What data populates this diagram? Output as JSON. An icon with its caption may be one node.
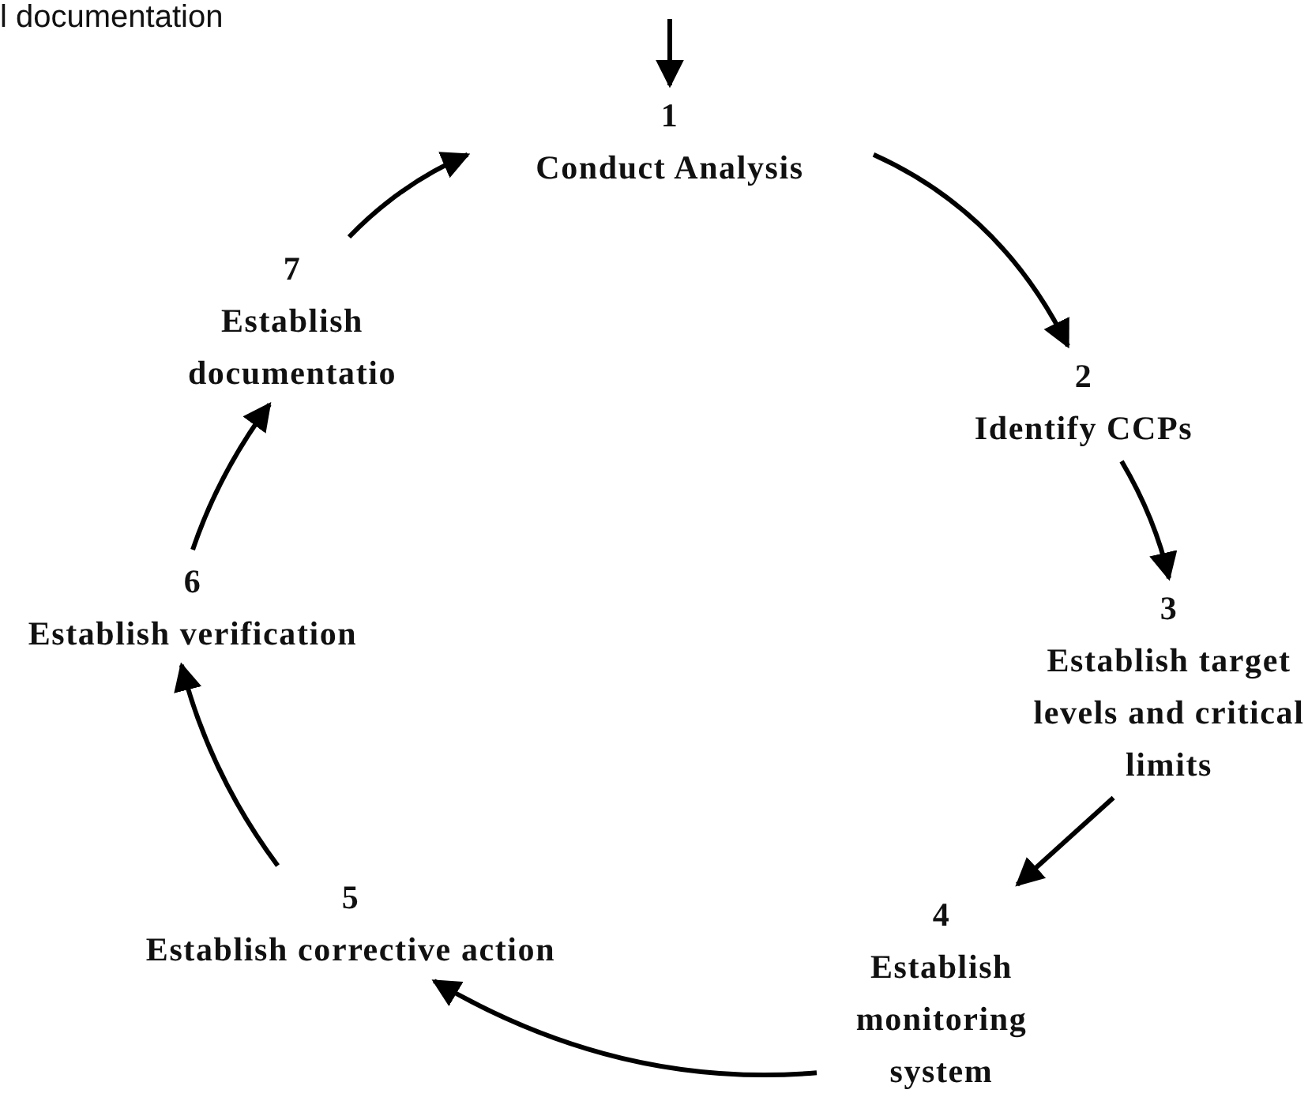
{
  "diagram": {
    "nodes": [
      {
        "text": [
          "1",
          "Conduct Analysis"
        ]
      },
      {
        "text": [
          "2",
          "Identify CCPs"
        ]
      },
      {
        "text": [
          "3",
          "Establish target levels and critical limits"
        ]
      },
      {
        "text": [
          "4",
          "Establish monitoring system"
        ]
      },
      {
        "text": [
          "5",
          "Establish corrective action"
        ]
      },
      {
        "text": [
          "6",
          "Establish verification"
        ]
      },
      {
        "text": [
          "7",
          "Establish documentatio"
        ]
      }
    ],
    "edges": [
      {
        "from": null,
        "to": 0,
        "arrow": "to"
      },
      {
        "from": 0,
        "to": 1,
        "arrow": "to"
      },
      {
        "from": 1,
        "to": 2,
        "arrow": "to"
      },
      {
        "from": 2,
        "to": 3,
        "arrow": "to"
      },
      {
        "from": 3,
        "to": 4,
        "arrow": "to"
      },
      {
        "from": 4,
        "to": 5,
        "arrow": "to"
      },
      {
        "from": 5,
        "to": 6,
        "arrow": "to"
      },
      {
        "from": 6,
        "to": 0,
        "arrow": "to"
      }
    ],
    "labels": [
      "l documentation"
    ]
  }
}
